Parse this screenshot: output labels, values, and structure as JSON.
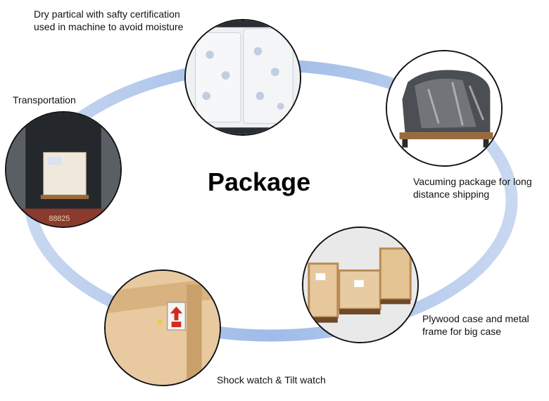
{
  "title": "Package",
  "steps": [
    {
      "label": "Dry partical with safty certification\nused in machine to avoid moisture",
      "photo": "desiccant-packs"
    },
    {
      "label": "Vacuming package for long\ndistance shipping",
      "photo": "vacuum-wrapped-machine"
    },
    {
      "label": "Plywood case and metal\nframe for big case",
      "photo": "plywood-cases"
    },
    {
      "label": "Shock watch & Tilt watch",
      "photo": "shock-tilt-indicator"
    },
    {
      "label": "Transportation",
      "photo": "shipping-container"
    }
  ],
  "colors": {
    "ring": "#b9cdee",
    "ring_dark": "#8eaee0"
  }
}
